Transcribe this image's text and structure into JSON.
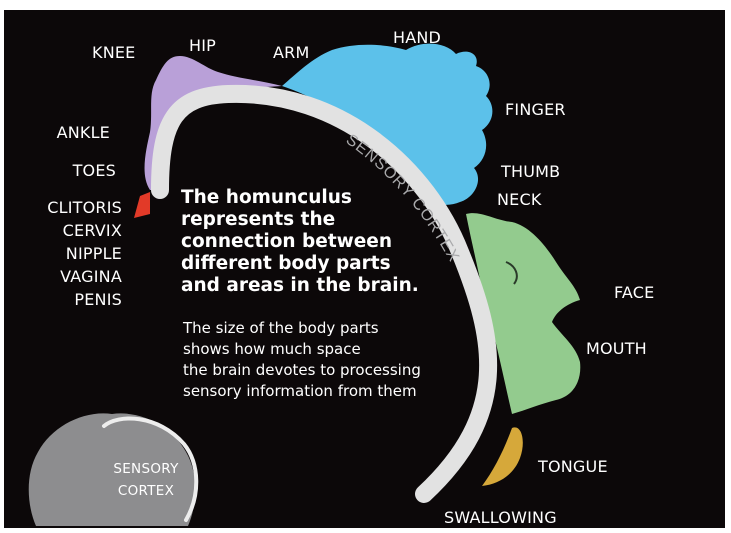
{
  "labels": {
    "knee": "KNEE",
    "hip": "HIP",
    "arm": "ARM",
    "hand": "HAND",
    "finger": "FINGER",
    "thumb": "THUMB",
    "neck": "NECK",
    "face": "FACE",
    "mouth": "MOUTH",
    "tongue": "TONGUE",
    "swallowing": "SWALLOWING",
    "ankle": "ANKLE",
    "toes": "TOES",
    "clitoris": "CLITORIS",
    "cervix": "CERVIX",
    "nipple": "NIPPLE",
    "vagina": "VAGINA",
    "penis": "PENIS"
  },
  "cortex_arc_label": "SENSORY CORTEX",
  "headline": [
    "The homunculus",
    "represents the",
    "connection between",
    "different body parts",
    "and areas in the brain."
  ],
  "subtext": [
    "The size of the body parts",
    "shows how much space",
    "the brain devotes to processing",
    "sensory information from them"
  ],
  "brain_label": [
    "SENSORY",
    "CORTEX"
  ],
  "colors": {
    "background": "#0c0809",
    "cortex_band": "#e2e2e2",
    "legs": "#b9a0d8",
    "hand": "#5cc1ea",
    "face": "#93cb8e",
    "tongue": "#d6a83a",
    "genitals": "#e23a28",
    "brain": "#8d8d8f"
  }
}
